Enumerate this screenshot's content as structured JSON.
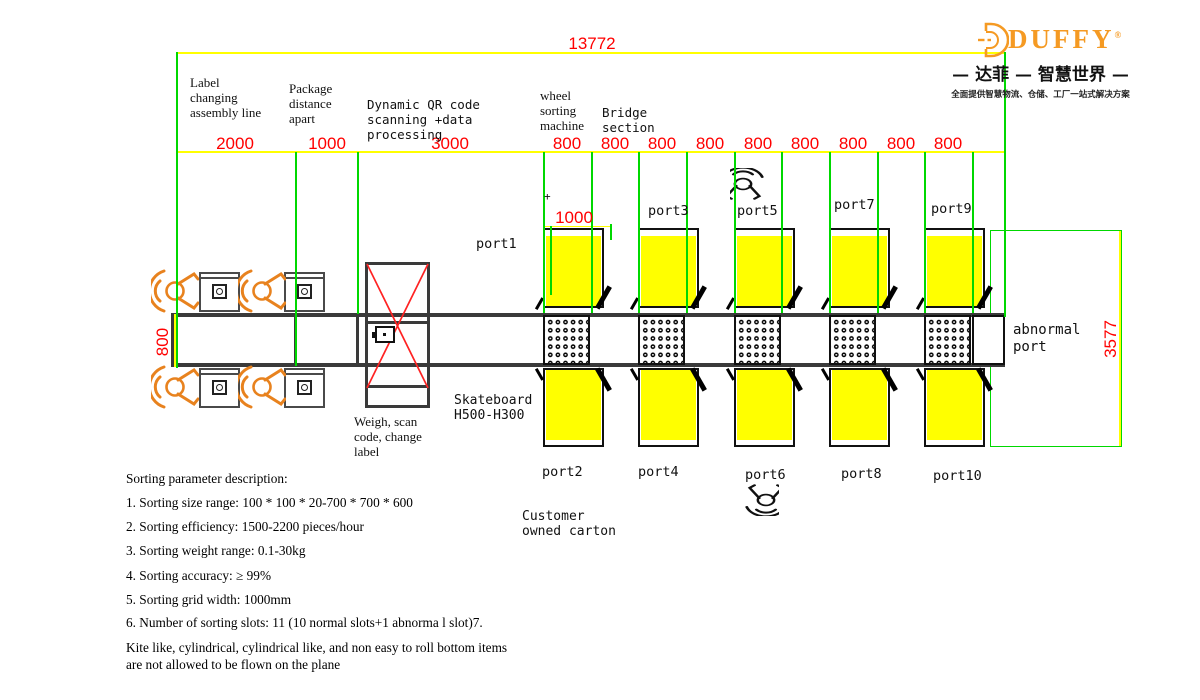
{
  "logo": {
    "brand": "DUFFY",
    "reg": "®",
    "cn_line": "— 达菲 — 智慧世界 —",
    "tagline": "全面提供智慧物流、仓储、工厂一站式解决方案",
    "icon": "duffy-d-icon",
    "brand_color": "#F59A23"
  },
  "dimensions": {
    "total": "13772",
    "segments": [
      "2000",
      "1000",
      "3000",
      "800",
      "800",
      "800",
      "800",
      "800",
      "800",
      "800",
      "800",
      "800"
    ],
    "chute_width": "1000",
    "line_width": "800",
    "right_height": "3577",
    "plus_mark": "+"
  },
  "sections": {
    "label_changing": "Label changing assembly line",
    "package_distance": "Package distance apart",
    "dynamic_qr": "Dynamic QR code scanning +data processing",
    "wheel_sorting": "wheel sorting machine",
    "bridge_section": "Bridge section"
  },
  "annotations": {
    "weigh": "Weigh, scan code, change label",
    "skateboard": "Skateboard H500-H300",
    "customer": "Customer owned carton",
    "abnormal": "abnormal port"
  },
  "ports": {
    "top": [
      "port1",
      "port3",
      "port5",
      "port7",
      "port9"
    ],
    "bottom": [
      "port2",
      "port4",
      "port6",
      "port8",
      "port10"
    ]
  },
  "params": {
    "title": "Sorting parameter description:",
    "items": [
      "1. Sorting size range: 100 * 100 * 20-700 * 700 * 600",
      "2. Sorting efficiency: 1500-2200 pieces/hour",
      "3. Sorting weight range: 0.1-30kg",
      "4. Sorting accuracy: ≥ 99%",
      "5. Sorting grid width: 1000mm",
      "6. Number of sorting slots: 11 (10 normal slots+1 abnorma l slot)7."
    ],
    "note": "Kite like, cylindrical, cylindrical like, and non easy to roll bottom items are not allowed to be flown on the plane"
  },
  "colors": {
    "dim_red": "#FF0000",
    "line_green": "#00D800",
    "line_yellow": "#FFFF00",
    "chute_yellow": "#FFFF00",
    "worker_orange": "#E8821E",
    "frame_dark": "#3A3A3A"
  },
  "icons": {
    "worker": "operator-top-view-icon",
    "camera": "scan-camera-icon",
    "logo": "duffy-d-icon"
  }
}
